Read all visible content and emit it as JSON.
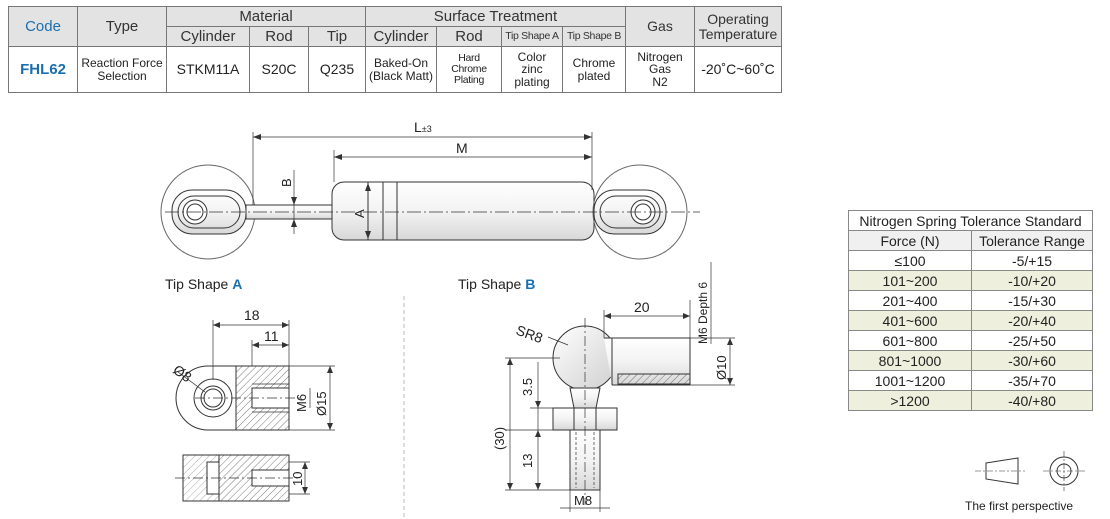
{
  "spec_table": {
    "headers": {
      "code": "Code",
      "type": "Type",
      "material": "Material",
      "surface_treatment": "Surface Treatment",
      "gas": "Gas",
      "operating_temperature_line1": "Operating",
      "operating_temperature_line2": "Temperature",
      "cylinder": "Cylinder",
      "rod": "Rod",
      "tip": "Tip",
      "st_cylinder": "Cylinder",
      "st_rod": "Rod",
      "tip_shape_a": "Tip Shape A",
      "tip_shape_b": "Tip Shape B"
    },
    "row": {
      "code": "FHL62",
      "type_line1": "Reaction Force",
      "type_line2": "Selection",
      "material_cylinder": "STKM11A",
      "material_rod": "S20C",
      "material_tip": "Q235",
      "st_cylinder_line1": "Baked-On",
      "st_cylinder_line2": "(Black Matt)",
      "st_rod_line1": "Hard Chrome",
      "st_rod_line2": "Plating",
      "st_tip_a_line1": "Color",
      "st_tip_a_line2": "zinc plating",
      "st_tip_b_line1": "Chrome",
      "st_tip_b_line2": "plated",
      "gas_line1": "Nitrogen",
      "gas_line2": "Gas",
      "gas_line3": "N2",
      "temperature": "-20˚C~60˚C"
    }
  },
  "main_drawing": {
    "dim_L": "L",
    "dim_L_tol": "±3",
    "dim_M": "M",
    "dim_A": "A",
    "dim_B": "B"
  },
  "tip_a": {
    "label_prefix": "Tip Shape ",
    "label_letter": "A",
    "dim_18": "18",
    "dim_11": "11",
    "dim_d8": "Ø8",
    "dim_m6": "M6",
    "dim_d15": "Ø15",
    "dim_10": "10"
  },
  "tip_b": {
    "label_prefix": "Tip Shape ",
    "label_letter": "B",
    "dim_20": "20",
    "dim_m6_depth": "M6 Depth 6",
    "dim_sr8": "SR8",
    "dim_d10": "Ø10",
    "dim_35": "3.5",
    "dim_30": "(30)",
    "dim_13": "13",
    "dim_m8": "M8"
  },
  "tolerance_table": {
    "title": "Nitrogen Spring Tolerance Standard",
    "col_force": "Force (N)",
    "col_range": "Tolerance Range",
    "rows": [
      {
        "force": "≤100",
        "range": "-5/+15"
      },
      {
        "force": "101~200",
        "range": "-10/+20"
      },
      {
        "force": "201~400",
        "range": "-15/+30"
      },
      {
        "force": "401~600",
        "range": "-20/+40"
      },
      {
        "force": "601~800",
        "range": "-25/+50"
      },
      {
        "force": "801~1000",
        "range": "-30/+60"
      },
      {
        "force": "1001~1200",
        "range": "-35/+70"
      },
      {
        "force": ">1200",
        "range": "-40/+80"
      }
    ]
  },
  "projection": {
    "label": "The first perspective"
  }
}
